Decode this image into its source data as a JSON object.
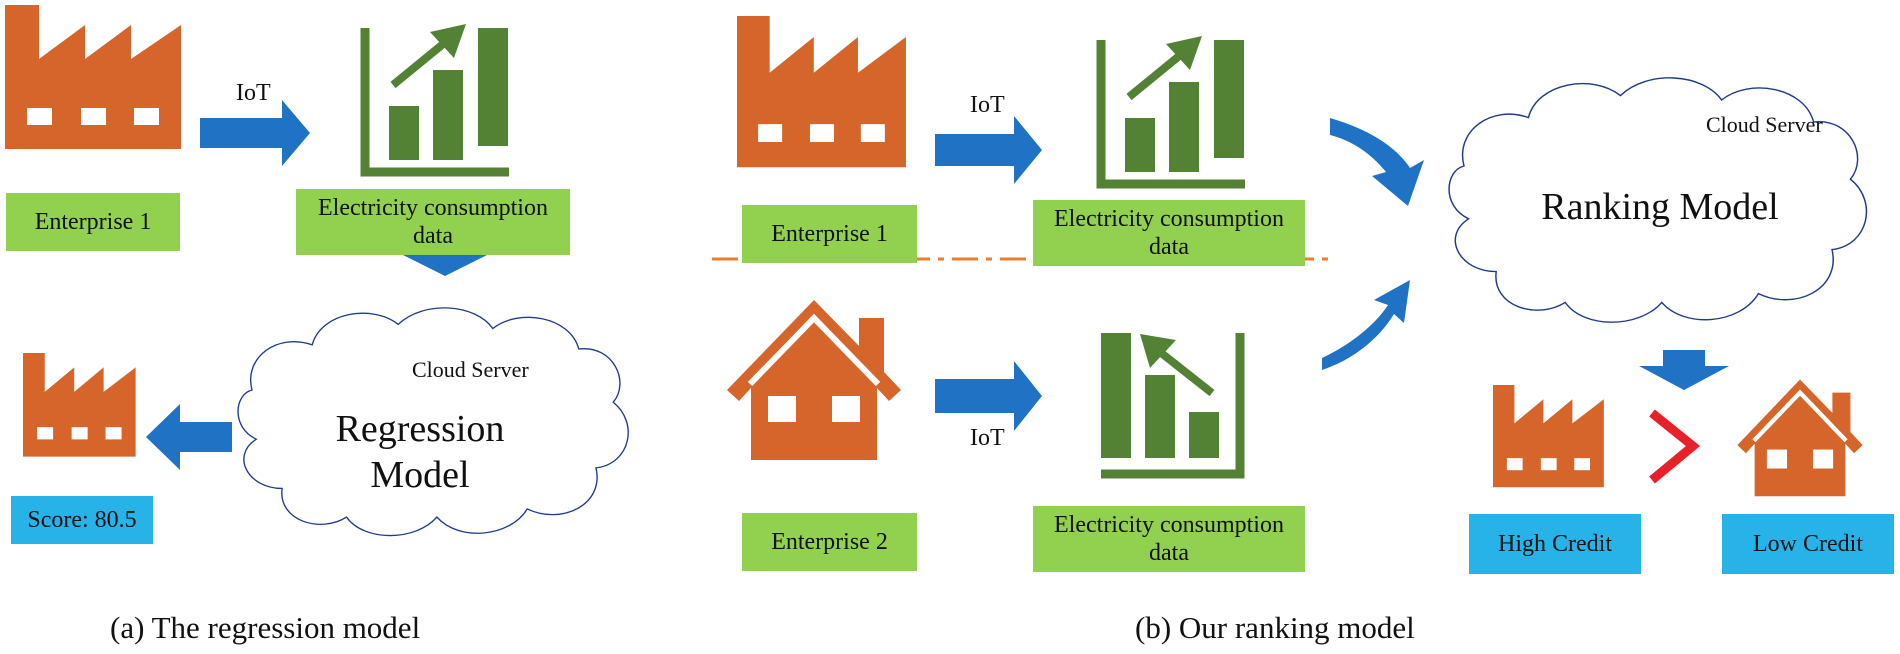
{
  "panel_a": {
    "iot": "IoT",
    "enterprise": "Enterprise 1",
    "electricity": "Electricity consumption data",
    "cloud": "Cloud Server",
    "model": "Regression Model",
    "score": "Score: 80.5",
    "caption": "(a) The regression model"
  },
  "panel_b": {
    "iot_top": "IoT",
    "iot_bottom": "IoT",
    "enterprise1": "Enterprise 1",
    "enterprise2": "Enterprise 2",
    "electricity_top": "Electricity consumption data",
    "electricity_bottom": "Electricity consumption data",
    "cloud": "Cloud Server",
    "model": "Ranking Model",
    "high": "High Credit",
    "low": "Low Credit",
    "caption": "(b) Our ranking model"
  },
  "colors": {
    "factory": "#d5652a",
    "chart": "#548235",
    "label_green": "#92d050",
    "label_blue": "#27b2e8",
    "arrow": "#1f72c4",
    "cloud_stroke": "#1f3b8c",
    "divider": "#ed7d31",
    "greater_than": "#e8202a"
  },
  "icons": [
    "factory-icon",
    "house-icon",
    "bar-chart-up-icon",
    "bar-chart-down-icon",
    "cloud-icon",
    "arrow-icon"
  ]
}
